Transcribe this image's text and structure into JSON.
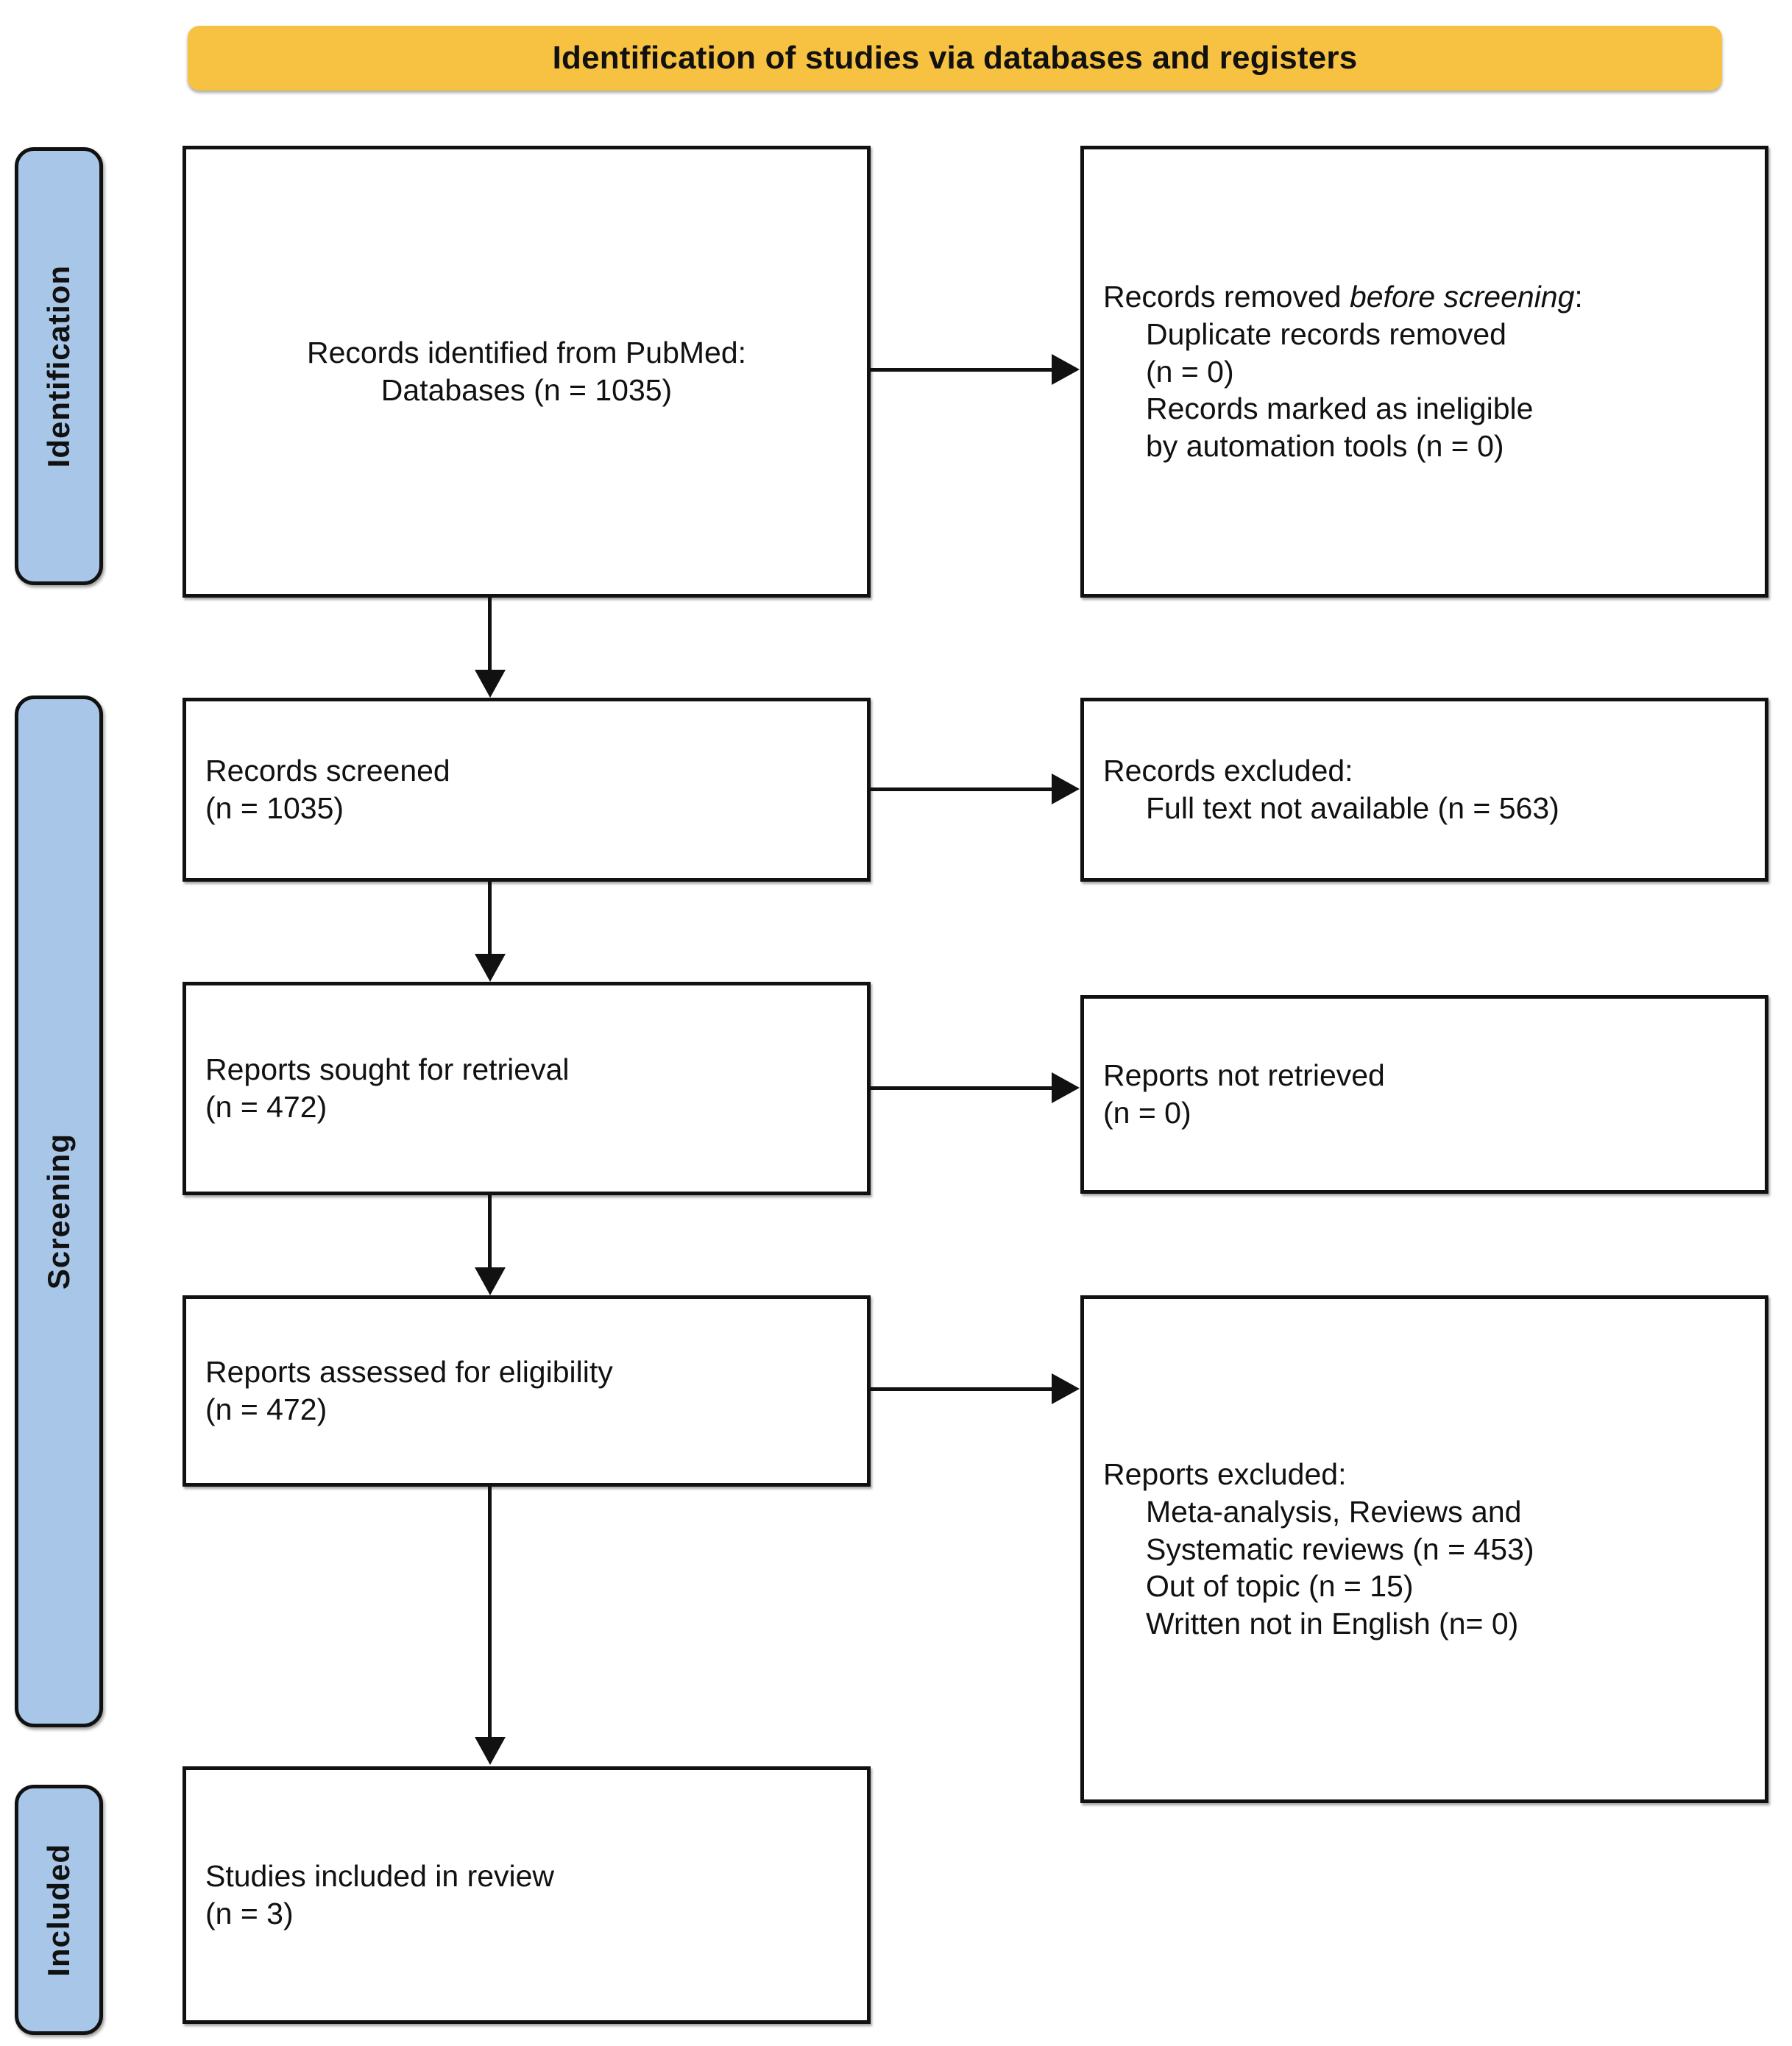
{
  "banner": {
    "title": "Identification of studies via databases and registers"
  },
  "stages": [
    {
      "label": "Identification"
    },
    {
      "label": "Screening"
    },
    {
      "label": "Included"
    }
  ],
  "boxes": {
    "identified": {
      "line1": "Records identified from PubMed:",
      "line2": "Databases (n = 1035)"
    },
    "removed_before_screening": {
      "heading_plain": "Records removed ",
      "heading_italic": "before screening",
      "heading_colon": ":",
      "item1": "Duplicate records removed",
      "item2": "(n = 0)",
      "item3": "Records marked as ineligible",
      "item4": "by automation tools (n = 0)"
    },
    "records_screened": {
      "line1": "Records screened",
      "line2": "(n = 1035)"
    },
    "records_excluded": {
      "heading": "Records excluded:",
      "item1": "Full text not available (n = 563)"
    },
    "reports_sought": {
      "line1": "Reports sought for retrieval",
      "line2": "(n = 472)"
    },
    "reports_not_retrieved": {
      "line1": "Reports not retrieved",
      "line2": "(n = 0)"
    },
    "reports_assessed": {
      "line1": "Reports assessed for eligibility",
      "line2": "(n = 472)"
    },
    "reports_excluded": {
      "heading": "Reports excluded:",
      "item1": "Meta-analysis, Reviews and",
      "item2": "Systematic reviews (n = 453)",
      "item3": "Out of topic (n = 15)",
      "item4": "Written not in English (n= 0)"
    },
    "studies_included": {
      "line1": "Studies included in review",
      "line2": "(n = 3)"
    }
  },
  "colors": {
    "banner_fill": "#F7C242",
    "stage_fill": "#A8C6E8",
    "box_stroke": "#111111",
    "box_fill": "#FFFFFF"
  }
}
